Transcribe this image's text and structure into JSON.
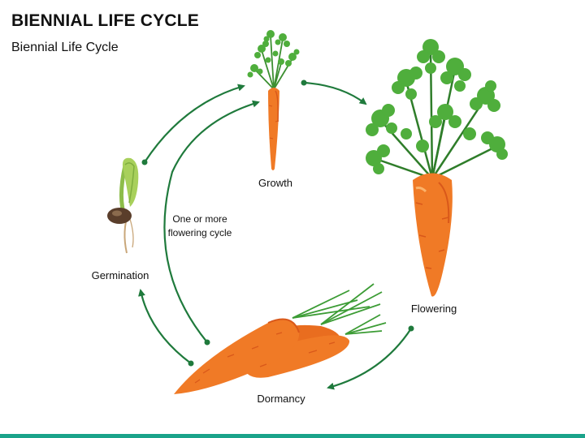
{
  "header": {
    "title": "BIENNIAL LIFE CYCLE",
    "subtitle": "Biennial Life Cycle"
  },
  "stages": {
    "growth": "Growth",
    "flowering": "Flowering",
    "dormancy": "Dormancy",
    "germination": "Germination"
  },
  "note": {
    "line1": "One or more",
    "line2": "flowering cycle"
  },
  "colors": {
    "arrow": "#1f7a3c",
    "carrot": "#f07a26",
    "carrot_dark": "#d9581a",
    "leaf": "#4fae3c",
    "leaf_dark": "#2f7d2a",
    "accent_bar": "#1aa38a"
  }
}
